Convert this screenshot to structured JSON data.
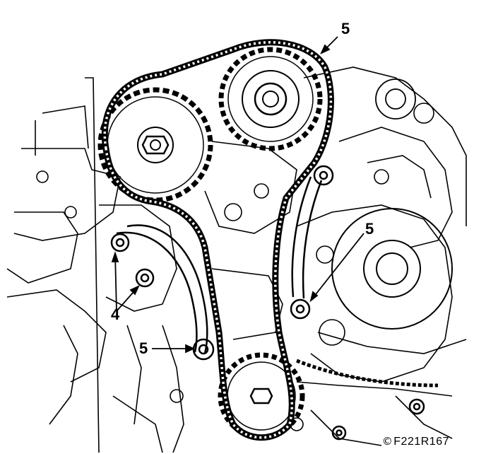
{
  "callouts": {
    "top_right": "5",
    "right": "5",
    "left_lower": "5",
    "left_tensioner": "4"
  },
  "reference": {
    "logo": "©",
    "code": "F221R167"
  },
  "colors": {
    "line": "#000000",
    "background": "#ffffff"
  }
}
